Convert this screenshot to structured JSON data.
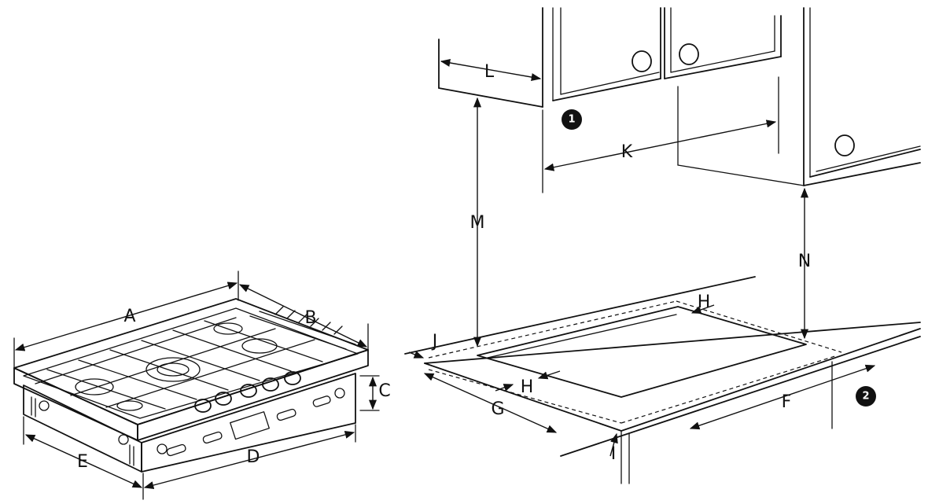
{
  "dimension_labels": {
    "A": "A",
    "B": "B",
    "C": "C",
    "D": "D",
    "E": "E",
    "F": "F",
    "G": "G",
    "H_front": "H",
    "H_back": "H",
    "I": "I",
    "J": "J",
    "K": "K",
    "L": "L",
    "M": "M",
    "N": "N"
  },
  "callouts": {
    "one": "1",
    "two": "2"
  },
  "icons": {
    "cooktop": "gas-cooktop-illustration",
    "cabinet": "upper-cabinet-illustration",
    "countertop": "countertop-cutout-illustration"
  },
  "colors": {
    "line": "#111111",
    "background": "#ffffff",
    "callout_fill": "#111111"
  }
}
